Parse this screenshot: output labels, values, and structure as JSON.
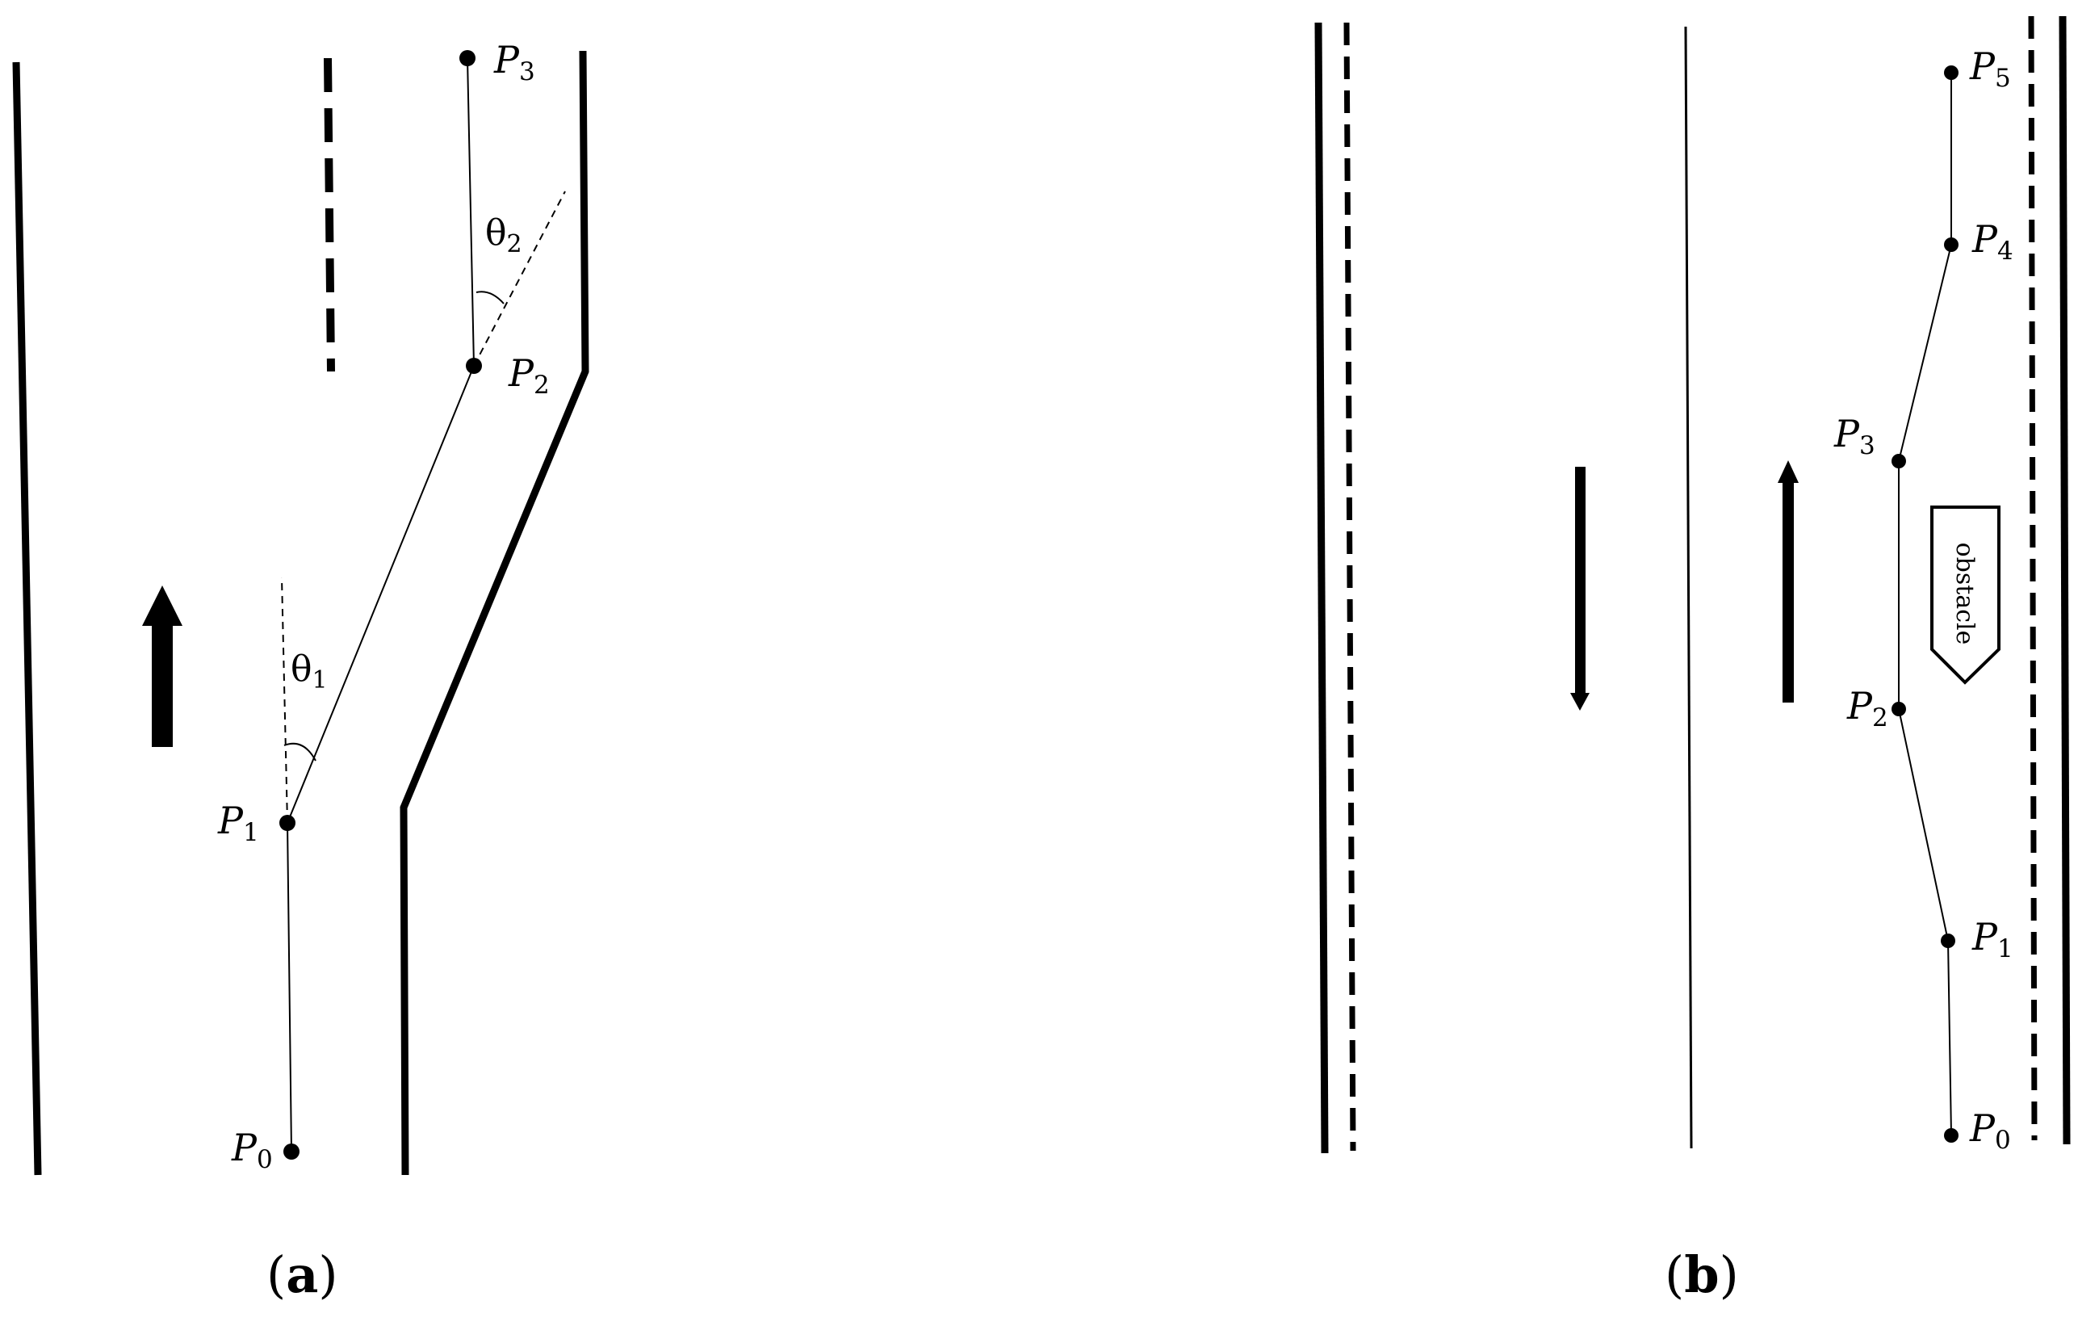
{
  "panels": {
    "a": {
      "label": "a",
      "points": [
        {
          "name": "P",
          "sub": "0"
        },
        {
          "name": "P",
          "sub": "1"
        },
        {
          "name": "P",
          "sub": "2"
        },
        {
          "name": "P",
          "sub": "3"
        }
      ],
      "angles": [
        {
          "symbol": "θ",
          "sub": "1"
        },
        {
          "symbol": "θ",
          "sub": "2"
        }
      ]
    },
    "b": {
      "label": "b",
      "points": [
        {
          "name": "P",
          "sub": "0"
        },
        {
          "name": "P",
          "sub": "1"
        },
        {
          "name": "P",
          "sub": "2"
        },
        {
          "name": "P",
          "sub": "3"
        },
        {
          "name": "P",
          "sub": "4"
        },
        {
          "name": "P",
          "sub": "5"
        }
      ],
      "obstacle_label": "obstacle"
    }
  },
  "colors": {
    "ink": "#000000",
    "background": "#ffffff"
  }
}
